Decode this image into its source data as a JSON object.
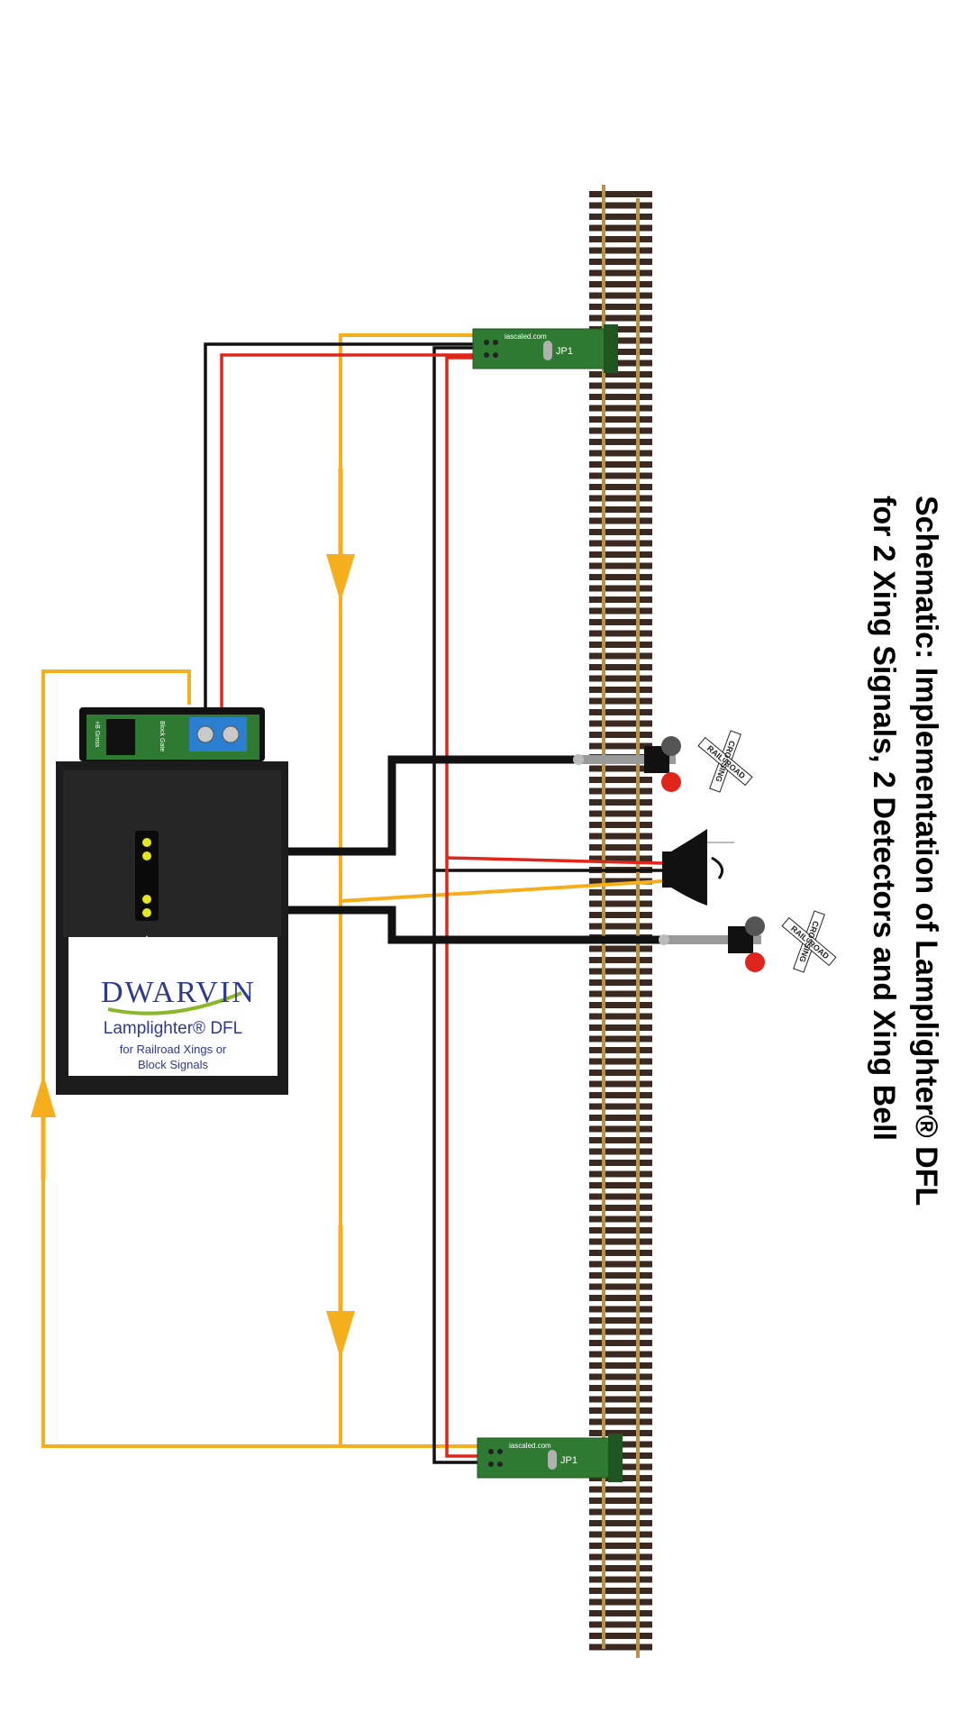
{
  "title": {
    "line1": "Schematic: Implementation of Lamplighter® DFL",
    "line2": "for 2 Xing Signals, 2 Detectors and Xing Bell"
  },
  "controller": {
    "brand": "DWARVIN",
    "product": "Lamplighter® DFL",
    "subtitle_line1": "for Railroad Xings or",
    "subtitle_line2": "Block Signals",
    "terminal_label_1": "Block Gate",
    "terminal_label_2": "+B Gross"
  },
  "detectors": [
    {
      "brand": "iascaled.com",
      "jumper": "JP1"
    },
    {
      "brand": "iascaled.com",
      "jumper": "JP1"
    }
  ],
  "crossing_sign": {
    "word1": "RAIL",
    "word2": "ROAD",
    "word3": "CROSSING"
  },
  "colors": {
    "wire_black": "#111111",
    "wire_red": "#e0261c",
    "wire_yellow": "#f5ae1c",
    "pcb_green": "#2f7a33",
    "rail": "#b8924a",
    "tie": "#3b2a22"
  }
}
